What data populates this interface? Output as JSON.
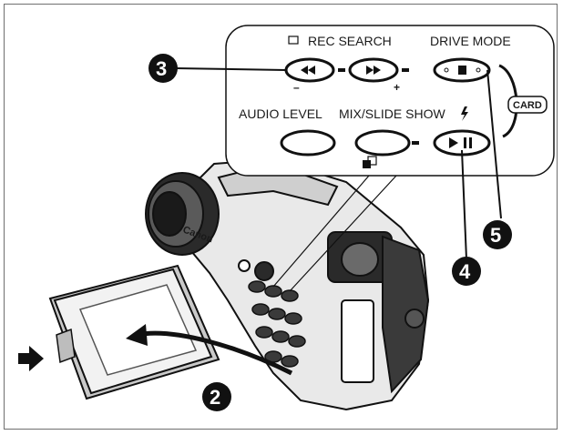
{
  "labels": {
    "rec_search": "REC SEARCH",
    "drive_mode": "DRIVE MODE",
    "audio_level": "AUDIO LEVEL",
    "mix_slide_show": "MIX/SLIDE SHOW",
    "card": "CARD",
    "minus": "–",
    "plus": "+",
    "brand": "Canon"
  },
  "callouts": {
    "c2": "2",
    "c3": "3",
    "c4": "4",
    "c5": "5"
  }
}
